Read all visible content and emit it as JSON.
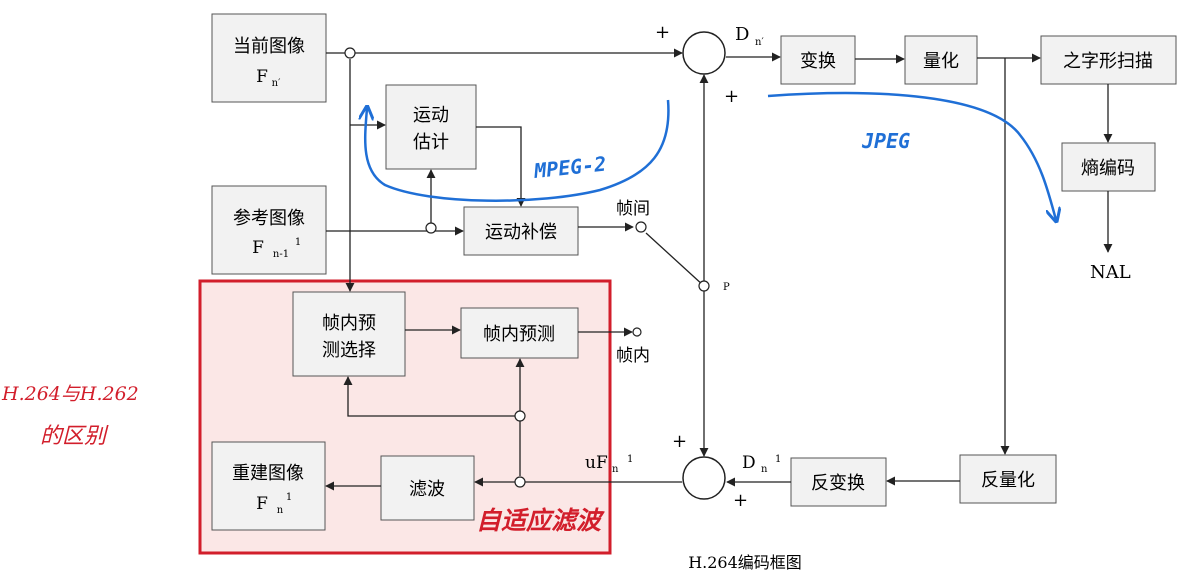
{
  "blocks": {
    "current_image": {
      "line1": "当前图像",
      "line2": "F",
      "sub": "n′"
    },
    "motion_estimation": {
      "line1": "运动",
      "line2": "估计"
    },
    "reference_image": {
      "line1": "参考图像",
      "line2": "F",
      "sub": "n-1",
      "sup": "1"
    },
    "motion_compensation": {
      "label": "运动补偿"
    },
    "intra_pred_select": {
      "line1": "帧内预",
      "line2": "测选择"
    },
    "intra_pred": {
      "label": "帧内预测"
    },
    "recon_image": {
      "line1": "重建图像",
      "line2": "F",
      "sub": "n",
      "sup": "1"
    },
    "filter": {
      "label": "滤波"
    },
    "transform": {
      "label": "变换"
    },
    "quantize": {
      "label": "量化"
    },
    "zigzag_scan": {
      "label": "之字形扫描"
    },
    "entropy_coding": {
      "label": "熵编码"
    },
    "inverse_quantize": {
      "label": "反量化"
    },
    "inverse_transform": {
      "label": "反变换"
    }
  },
  "labels": {
    "dn": "D",
    "dn_sub": "n′",
    "dn_prime": "D",
    "dn_prime_sub": "n",
    "dn_prime_sup": "1",
    "ufn": "uF",
    "ufn_sub": "n",
    "ufn_sup": "1",
    "inter": "帧间",
    "intra": "帧内",
    "p": "P",
    "nal": "NAL",
    "plus_top_left": "+",
    "plus_top_bottom": "+",
    "plus_bot_top": "+",
    "plus_bot_right": "+",
    "caption": "H.264编码框图"
  },
  "annotations": {
    "mpeg2": "MPEG-2",
    "jpeg": "JPEG",
    "h264_diff_line1": "H.264与H.262",
    "h264_diff_line2": "的区别",
    "adaptive_filter": "自适应滤波"
  },
  "colors": {
    "blue_ink": "#1f6fd6",
    "red_ink": "#d21e2b",
    "red_box_fill": "#fbe7e6",
    "block_fill": "#f2f2f2",
    "line": "#222222"
  }
}
